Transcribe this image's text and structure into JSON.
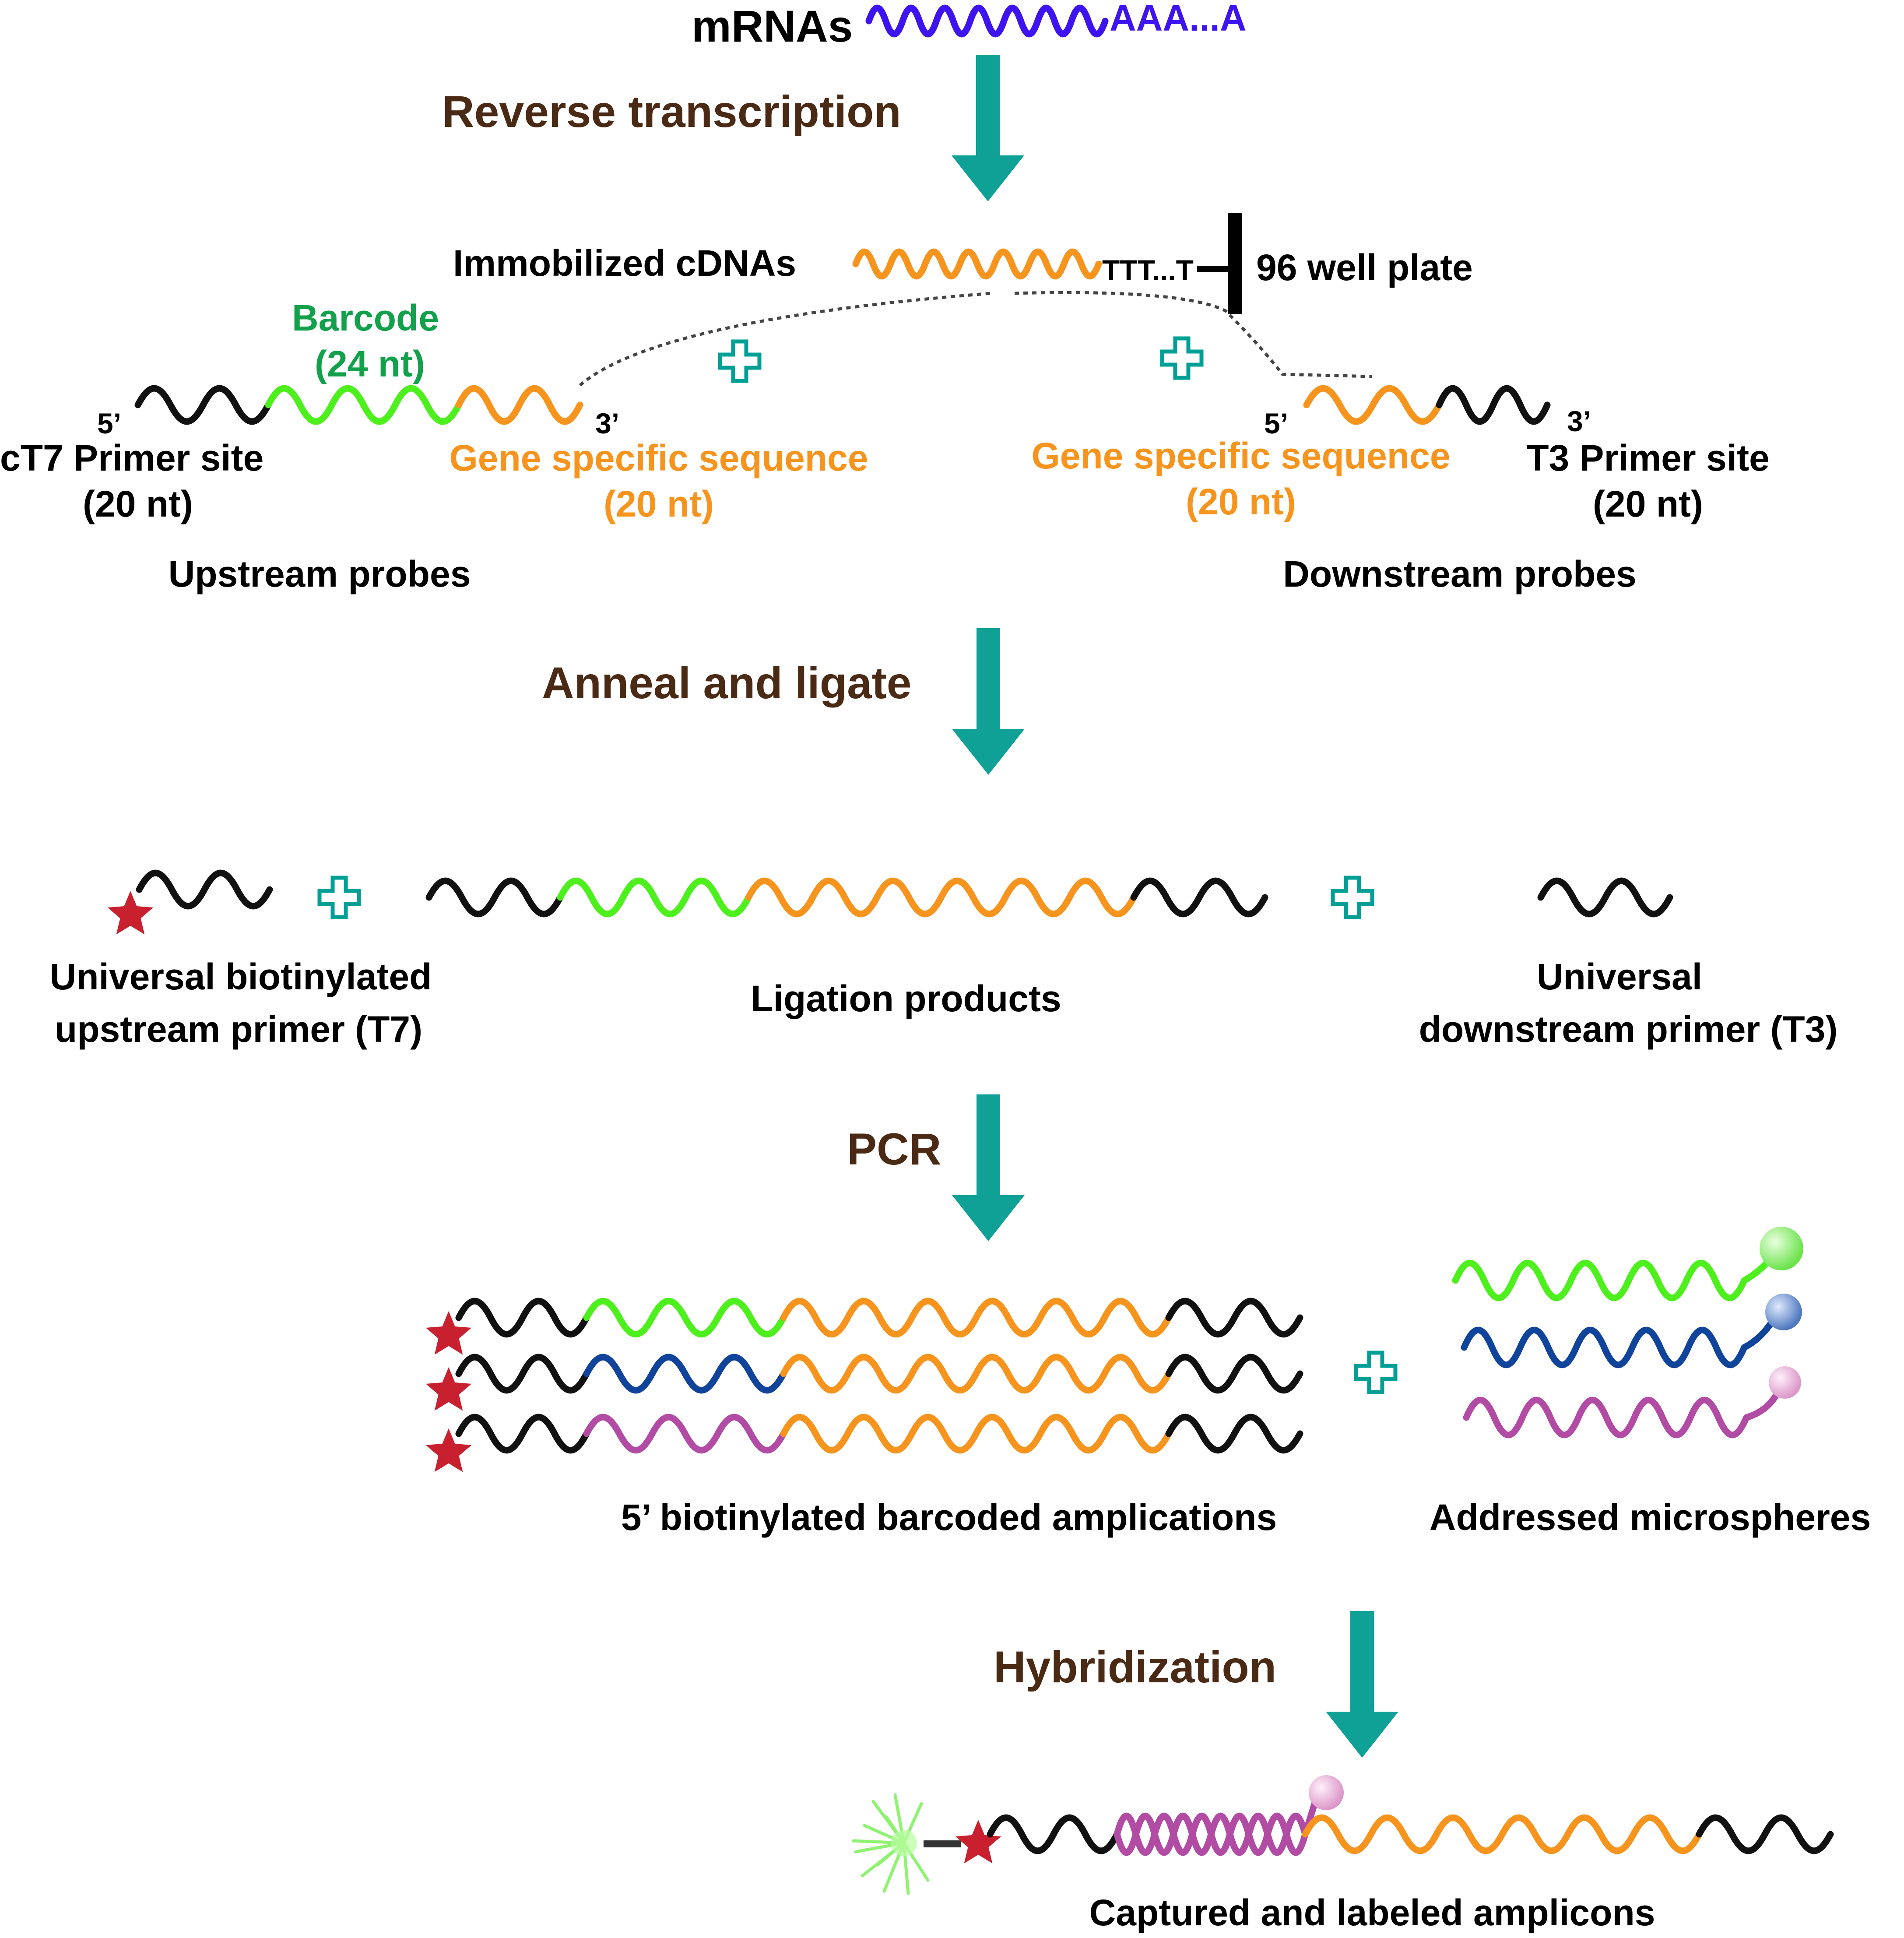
{
  "colors": {
    "mrna": "#3d14f0",
    "cdna": "#f7941d",
    "barcode": "#4df01c",
    "primer": "#111111",
    "gene_text": "#f7941d",
    "barcode_text": "#12a04b",
    "step_text": "#4a2a14",
    "arrow": "#0fa196",
    "plus": "#009f96",
    "barcode_blue": "#10449a",
    "barcode_purple": "#b24ba4",
    "biotin_star": "#c8202f",
    "bead_green": "#7cf05a",
    "bead_blue": "#5c86c8",
    "bead_pink": "#e7a8d6"
  },
  "top": {
    "mrna_label": "mRNAs",
    "polya": "AAA...A"
  },
  "steps": {
    "reverse_transcription": "Reverse transcription",
    "anneal_ligate": "Anneal and ligate",
    "pcr": "PCR",
    "hybridization": "Hybridization"
  },
  "cdna": {
    "label": "Immobilized cDNAs",
    "polyt": "TTT...T",
    "plate": "96 well plate"
  },
  "upstream": {
    "barcode_title": "Barcode",
    "barcode_len": "(24 nt)",
    "five_prime": "5’",
    "three_prime": "3’",
    "primer_site": "cT7 Primer site",
    "primer_len": "(20 nt)",
    "gene_seq": "Gene specific sequence",
    "gene_len": "(20 nt)",
    "title": "Upstream probes"
  },
  "downstream": {
    "five_prime": "5’",
    "three_prime": "3’",
    "gene_seq": "Gene specific sequence",
    "gene_len": "(20 nt)",
    "primer_site": "T3 Primer site",
    "primer_len": "(20 nt)",
    "title": "Downstream probes"
  },
  "ligation": {
    "upstream_primer_line1": "Universal biotinylated",
    "upstream_primer_line2": "upstream primer (T7)",
    "products": "Ligation products",
    "downstream_primer_line1": "Universal",
    "downstream_primer_line2": "downstream primer (T3)"
  },
  "pcr": {
    "amplifications": "5’ biotinylated barcoded amplications",
    "microspheres": "Addressed microspheres"
  },
  "final": {
    "label": "Captured and labeled amplicons"
  }
}
